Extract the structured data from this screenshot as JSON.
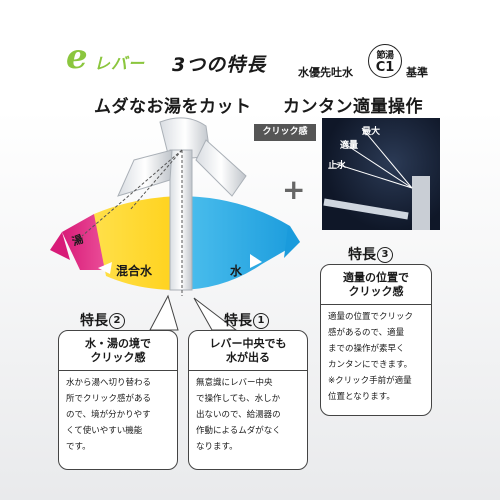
{
  "header": {
    "logo_e": "e",
    "logo_lever": "レバー",
    "title": "3つの特長",
    "water_first": "水優先吐水",
    "seal_top": "節湯",
    "seal_code": "C1",
    "standard": "基準"
  },
  "headings": {
    "left": "ムダなお湯をカット",
    "right": "カンタン適量操作"
  },
  "photo": {
    "click_callout": "クリック感",
    "max": "最大",
    "appropriate": "適量",
    "stop": "止水"
  },
  "zones": {
    "hot": "湯",
    "mixed": "混合水",
    "water": "水"
  },
  "features": {
    "f2": {
      "title": "特長",
      "num": "2",
      "heading_lines": [
        "水・湯の境で",
        "クリック感"
      ],
      "body_lines": [
        "水から湯へ切り替わる",
        "所でクリック感がある",
        "ので、境が分かりやす",
        "くて使いやすい機能",
        "です。"
      ]
    },
    "f1": {
      "title": "特長",
      "num": "1",
      "heading_lines": [
        "レバー中央でも",
        "水が出る"
      ],
      "body_lines": [
        "無意識にレバー中央",
        "で操作しても、水しか",
        "出ないので、給湯器の",
        "作動によるムダがなく",
        "なります。"
      ]
    },
    "f3": {
      "title": "特長",
      "num": "3",
      "heading_lines": [
        "適量の位置で",
        "クリック感"
      ],
      "body_lines": [
        "適量の位置でクリック",
        "感があるので、適量",
        "までの操作が素早く",
        "カンタンにできます。",
        "※クリック手前が適量",
        "位置となります。"
      ]
    }
  },
  "colors": {
    "brand_green": "#8bc63e",
    "hot": "#e6277e",
    "mixed": "#ffd93c",
    "water": "#2eaee6"
  }
}
